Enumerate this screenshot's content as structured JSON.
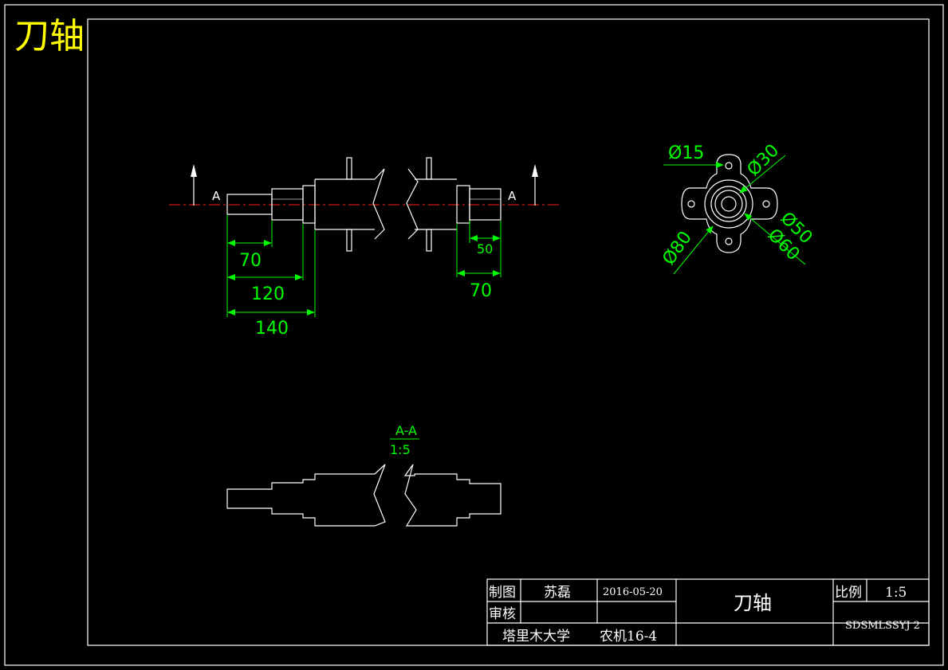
{
  "drawing": {
    "title_corner": "刀轴",
    "section_label": "A",
    "section_view": {
      "name": "A-A",
      "scale": "1:5"
    },
    "dimensions": {
      "front": [
        "70",
        "120",
        "140",
        "50",
        "70"
      ],
      "side": [
        "Ø15",
        "Ø30",
        "Ø50",
        "Ø60",
        "Ø80"
      ]
    }
  },
  "title_block": {
    "drawn_label": "制图",
    "drawn_by": "苏磊",
    "date": "2016-05-20",
    "review_label": "审核",
    "part_name": "刀轴",
    "scale_label": "比例",
    "scale_value": "1:5",
    "school": "塔里木大学",
    "class": "农机16-4",
    "drawing_no": "SDSMLSSYJ 2"
  }
}
